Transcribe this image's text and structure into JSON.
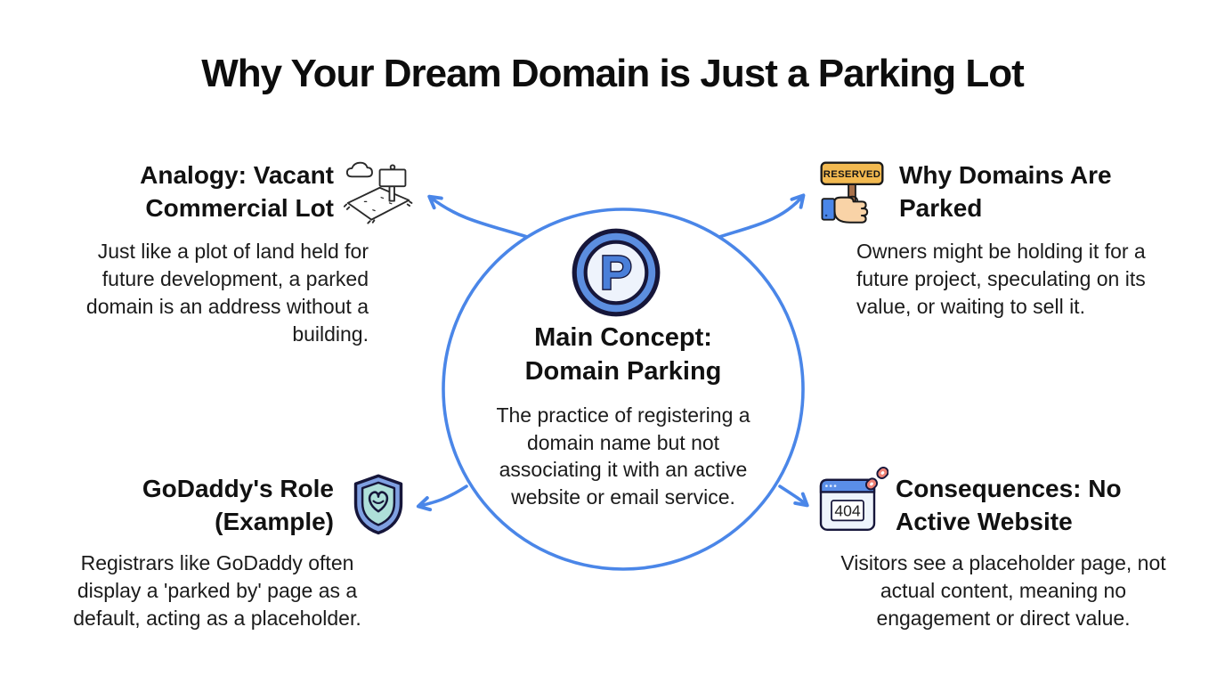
{
  "title": "Why Your Dream Domain is Just a Parking Lot",
  "center": {
    "icon": "parking-p-icon",
    "icon_letter": "P",
    "heading_line1": "Main Concept:",
    "heading_line2": "Domain Parking",
    "body": "The practice of registering a domain name but not associating it with an active website or email service."
  },
  "sections": {
    "top_left": {
      "icon": "vacant-lot-icon",
      "heading_line1": "Analogy: Vacant",
      "heading_line2": "Commercial Lot",
      "body": "Just like a plot of land held for future development, a parked domain is an address without a building."
    },
    "top_right": {
      "icon": "reserved-sign-icon",
      "sign_label": "RESERVED",
      "heading_line1": "Why Domains Are",
      "heading_line2": "Parked",
      "body": "Owners might be holding it for a future project, speculating on its value, or waiting to sell it."
    },
    "bottom_left": {
      "icon": "godaddy-shield-icon",
      "heading_line1": "GoDaddy's Role",
      "heading_line2": "(Example)",
      "body": "Registrars like GoDaddy often display a 'parked by' page as a default, acting as a placeholder."
    },
    "bottom_right": {
      "icon": "error-404-page-icon",
      "error_code": "404",
      "heading_line1": "Consequences: No",
      "heading_line2": "Active Website",
      "body": "Visitors see a placeholder page, not actual content, meaning no engagement or direct value."
    }
  },
  "colors": {
    "accent_blue": "#4a86e8",
    "outline_navy": "#16163a",
    "p_ring_blue": "#5c8ee0",
    "p_inner_fill": "#eef3fc",
    "p_letter_blue": "#4a7fd9",
    "shield_outer_blue": "#7fa0e2",
    "shield_inner_teal": "#aedfd9",
    "reserved_sign_amber": "#f2b950",
    "post_brown": "#a9714b",
    "hand_skin": "#f9d3a7",
    "sleeve_blue": "#4a86e8",
    "browser_bar_blue": "#5a8ee8",
    "browser_body": "#eef4fc",
    "broken_link_red": "#ef8276",
    "text_black": "#141414"
  }
}
